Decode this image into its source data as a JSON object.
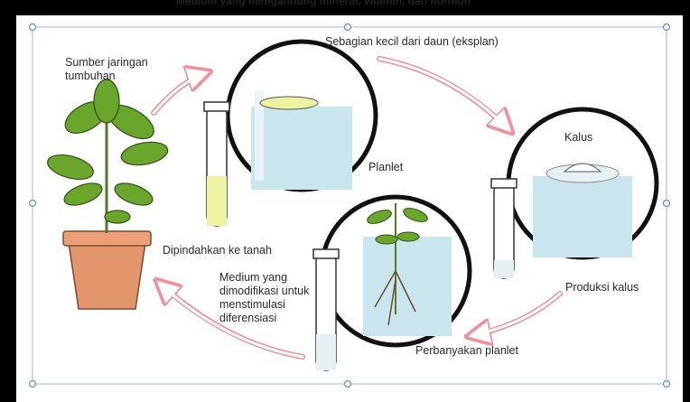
{
  "diagram": {
    "top_caption": "Medium yang mengandung mineral, vitamin, dan hormon",
    "labels": {
      "source": "Sumber jaringan\ntumbuhan",
      "explant": "Sebagian kecil dari daun (eksplan)",
      "callus": "Kalus",
      "planlet": "Planlet",
      "transfer": "Dipindahkan ke tanah",
      "medium": "Medium yang\ndimodifikasi untuk\nmenstimulasi\ndiferensiasi",
      "callus_production": "Produksi kalus",
      "propagation": "Perbanyakan planlet"
    },
    "colors": {
      "arrow": "#f28f97",
      "liquid": "#c9e6ee",
      "leaf": "#6aa62b",
      "pot": "#e3956c",
      "selection_handle": "#5b8fc9"
    },
    "icons": [
      "plant-icon",
      "test-tube-icon",
      "magnifier-circle-icon",
      "cycle-arrow-icon"
    ]
  }
}
